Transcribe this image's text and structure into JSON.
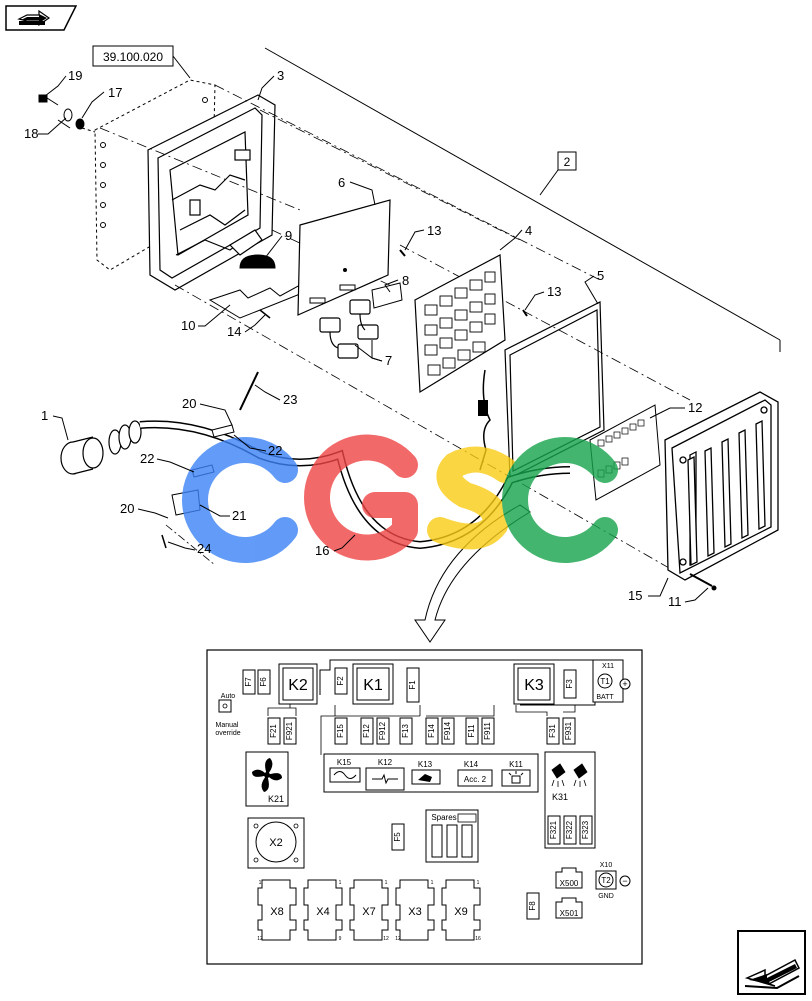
{
  "nav": {
    "prev_icon": "arrow-right-icon",
    "next_icon": "arrow-left-icon"
  },
  "reference_box": "39.100.020",
  "assembly_box": "2",
  "callouts": {
    "c1": "1",
    "c2": "2",
    "c3": "3",
    "c4": "4",
    "c5": "5",
    "c6": "6",
    "c7": "7",
    "c8": "8",
    "c9": "9",
    "c10": "10",
    "c11": "11",
    "c12": "12",
    "c13a": "13",
    "c13b": "13",
    "c14": "14",
    "c15": "15",
    "c16": "16",
    "c17": "17",
    "c18": "18",
    "c19": "19",
    "c20a": "20",
    "c20b": "20",
    "c21": "21",
    "c22a": "22",
    "c22b": "22",
    "c23": "23",
    "c24": "24"
  },
  "watermark": "CGSC",
  "watermark_colors": [
    "#3b82f6",
    "#ef4444",
    "#facc15",
    "#16a34a"
  ],
  "fusebox": {
    "auto_label": "Auto",
    "manual_label": "Manual override",
    "relays": {
      "k1": "K1",
      "k2": "K2",
      "k3": "K3",
      "k11": "K11",
      "k12": "K12",
      "k13": "K13",
      "k14": "K14",
      "k15": "K15",
      "k21": "K21",
      "k31": "K31"
    },
    "acc2": "Acc. 2",
    "fuses": {
      "f7": "F7",
      "f6": "F6",
      "f2": "F2",
      "f1": "F1",
      "f3": "F3",
      "f21": "F21",
      "f921": "F921",
      "f15": "F15",
      "f12": "F12",
      "f912": "F912",
      "f13": "F13",
      "f14": "F14",
      "f914": "F914",
      "f11": "F11",
      "f911": "F911",
      "f31": "F31",
      "f931": "F931",
      "f321": "F321",
      "f322": "F322",
      "f323": "F323",
      "f5": "F5",
      "f8": "F8"
    },
    "spares": "Spares",
    "connectors": {
      "x2": "X2",
      "x8": "X8",
      "x4": "X4",
      "x7": "X7",
      "x3": "X3",
      "x9": "X9",
      "x500": "X500",
      "x501": "X501"
    },
    "x11": "X11",
    "t1": "T1",
    "batt": "BATT",
    "x10": "X10",
    "t2": "T2",
    "gnd": "GND",
    "plus": "+",
    "minus": "−",
    "pin_marks": {
      "p1": "1",
      "p12": "12",
      "p9": "9",
      "p16": "16"
    }
  }
}
